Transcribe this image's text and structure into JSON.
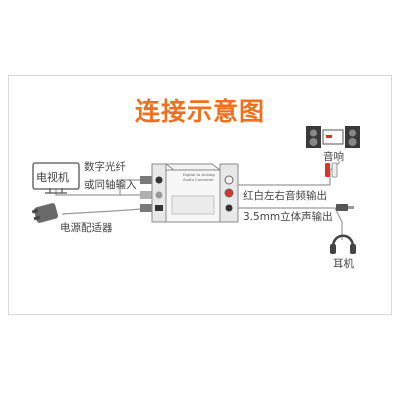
{
  "title": "连接示意图",
  "labels": {
    "tv": "电视机",
    "optical": "数字光纤",
    "coaxial": "或同轴输入",
    "adapter": "电源配适器",
    "speaker": "音响",
    "rca_out": "红白左右音频输出",
    "jack_out": "3.5mm立体声输出",
    "headphone": "耳机"
  },
  "device": {
    "name_line1": "Digital to Analog",
    "name_line2": "Audio Converter"
  },
  "colors": {
    "title": "#f07020",
    "frame": "#d9d9d9",
    "line": "#9a9a9a",
    "rca_red": "#d8342c",
    "rca_white": "#f2f2f2"
  }
}
